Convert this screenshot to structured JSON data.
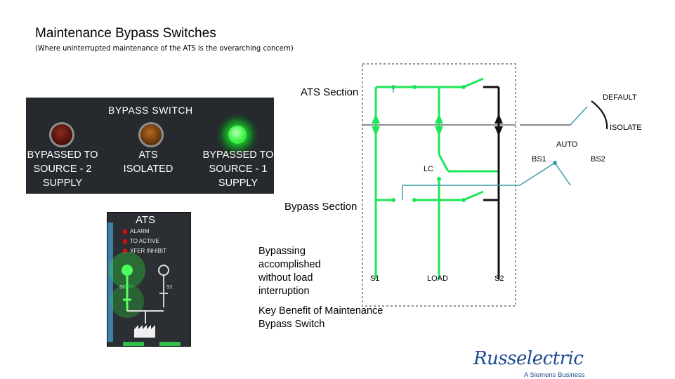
{
  "header": {
    "title": "Maintenance Bypass Switches",
    "subtitle": "(Where uninterrupted maintenance of the ATS is the overarching concern)"
  },
  "bypass_panel": {
    "title": "BYPASS  SWITCH",
    "lamps": [
      {
        "label_1": "BYPASSED TO",
        "label_2": "SOURCE - 2",
        "label_3": "SUPPLY",
        "color": "#6b1c14",
        "lit": false
      },
      {
        "label_1": "ATS",
        "label_2": "ISOLATED",
        "label_3": "",
        "color": "#8a4e14",
        "lit": false
      },
      {
        "label_1": "BYPASSED TO",
        "label_2": "SOURCE - 1",
        "label_3": "SUPPLY",
        "color": "#2df23d",
        "lit": true
      }
    ]
  },
  "ats_panel": {
    "title": "ATS",
    "leds": [
      "ALARM",
      "TO ACTIVE",
      "XFER INHIBIT"
    ],
    "s1": "S1",
    "s2": "S2"
  },
  "diagram": {
    "ats_section": "ATS Section",
    "bypass_section": "Bypass Section",
    "lc": "LC",
    "s1": "S1",
    "load": "LOAD",
    "s2": "S2",
    "default": "DEFAULT",
    "isolate": "ISOLATE",
    "auto": "AUTO",
    "bs1": "BS1",
    "bs2": "BS2",
    "colors": {
      "green": "#1ee65a",
      "teal": "#3a9ea8",
      "black": "#111111"
    }
  },
  "benefit": {
    "line_1": "Bypassing",
    "line_2": "accomplished",
    "line_3": "without load",
    "line_4": "interruption",
    "key_1": "Key Benefit of Maintenance",
    "key_2": "Bypass Switch"
  },
  "logo": {
    "name": "Russelectric",
    "tagline": "A Siemens Business"
  }
}
